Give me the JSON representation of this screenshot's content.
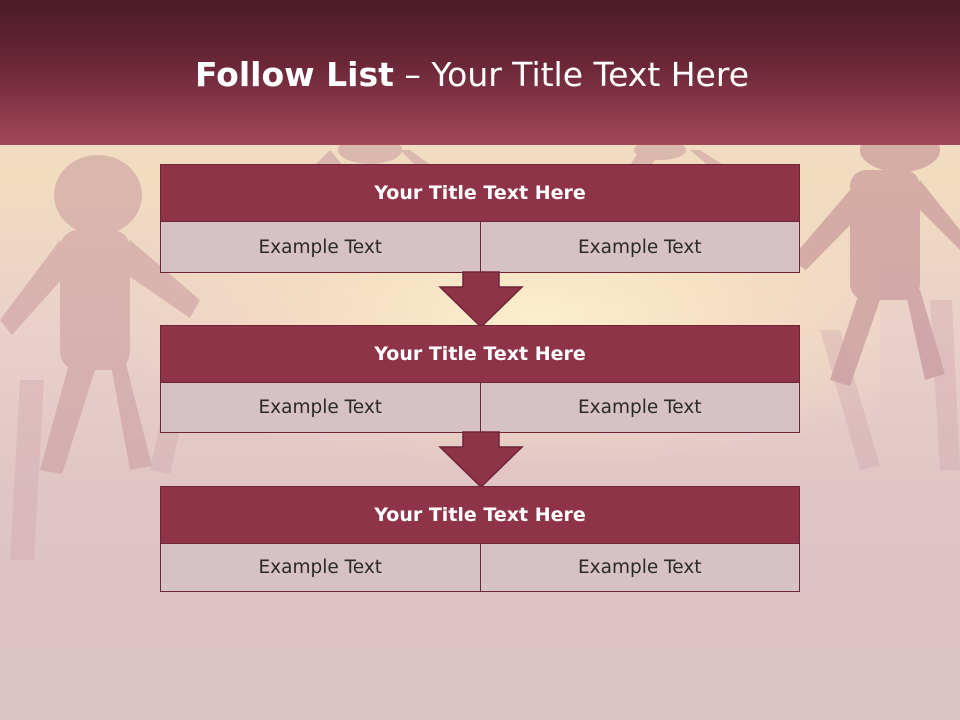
{
  "slide": {
    "title_bold": "Follow List",
    "title_rest": "– Your Title Text Here"
  },
  "blocks": [
    {
      "title": "Your Title Text Here",
      "cells": [
        "Example Text",
        "Example Text"
      ]
    },
    {
      "title": "Your Title Text Here",
      "cells": [
        "Example Text",
        "Example Text"
      ]
    },
    {
      "title": "Your Title Text Here",
      "cells": [
        "Example Text",
        "Example Text"
      ]
    }
  ],
  "colors": {
    "header_dark": "#4c1b29",
    "header_light": "#a4475b",
    "block_title": "#8f3448",
    "block_border": "#6e2537",
    "cell_bg": "#d6c2c4",
    "arrow": "#8f3448"
  },
  "icons": [
    "down-arrow-icon"
  ]
}
